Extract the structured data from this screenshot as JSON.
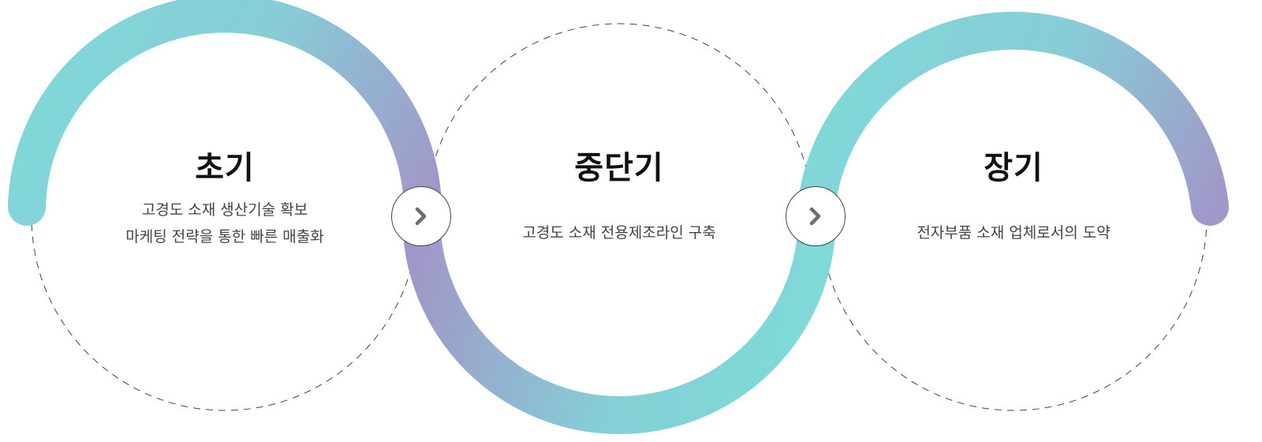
{
  "colors": {
    "teal": "#80d8d8",
    "purple": "#a098c8",
    "dash": "#444444",
    "chevron": "#6e6e6e"
  },
  "stages": [
    {
      "title": "초기",
      "lines": [
        "고경도 소재 생산기술 확보",
        "마케팅 전략을 통한 빠른 매출화"
      ]
    },
    {
      "title": "중단기",
      "lines": [
        "고경도 소재 전용제조라인 구축"
      ]
    },
    {
      "title": "장기",
      "lines": [
        "전자부품 소재 업체로서의 도약"
      ]
    }
  ],
  "next_buttons": [
    {
      "icon": "chevron-right-icon"
    },
    {
      "icon": "chevron-right-icon"
    }
  ]
}
